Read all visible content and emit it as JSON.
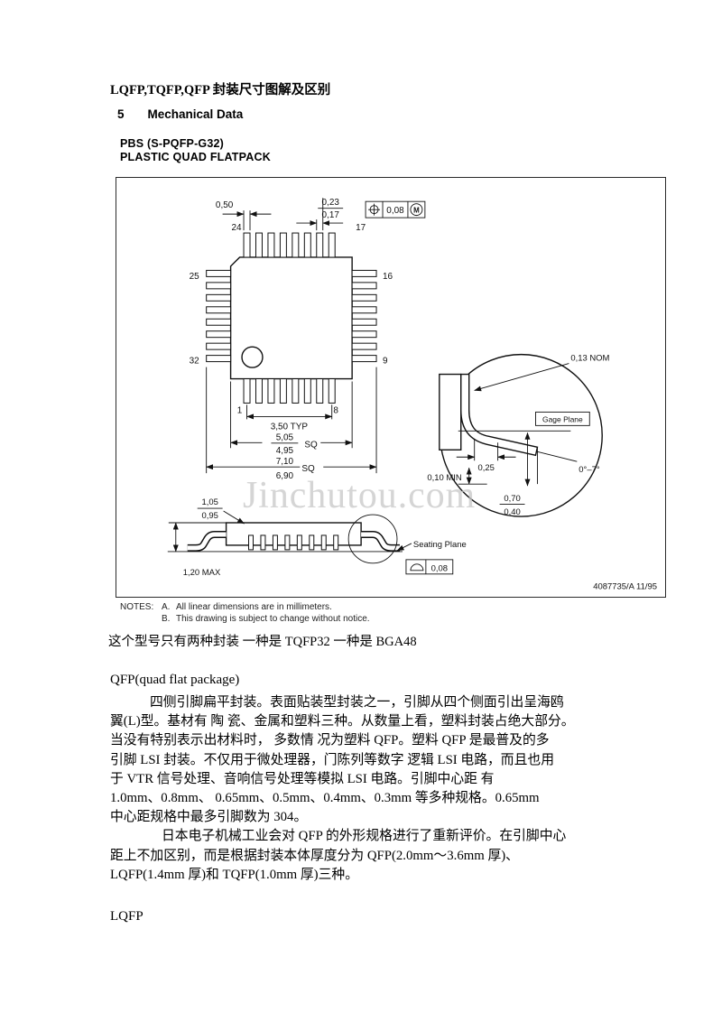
{
  "header": {
    "doc_title": "LQFP,TQFP,QFP 封装尺寸图解及区别",
    "section_number": "5",
    "section_title": "Mechanical Data",
    "package_code": "PBS (S-PQFP-G32)",
    "package_name": "PLASTIC QUAD FLATPACK"
  },
  "drawing": {
    "top_view": {
      "dim_pin_width": "0,50",
      "dim_lead_upper": "0,23",
      "dim_lead_lower": "0,17",
      "tol_value": "0,08",
      "tol_modifier": "M",
      "pin_top_left": "24",
      "pin_top_right": "17",
      "pin_left_top": "25",
      "pin_right_top": "16",
      "pin_left_bottom": "32",
      "pin_right_bottom": "9",
      "pin_bottom_left": "1",
      "pin_bottom_right": "8",
      "dim_pitch_span": "3,50 TYP",
      "dim_body_upper": "5,05",
      "dim_body_lower": "4,95",
      "dim_body_sq": "SQ",
      "dim_overall_upper": "7,10",
      "dim_overall_lower": "6,90",
      "dim_overall_sq": "SQ"
    },
    "lead_detail": {
      "dim_nom": "0,13 NOM",
      "gage_plane": "Gage Plane",
      "dim_gage": "0,25",
      "dim_standoff": "0,10 MIN",
      "dim_angle": "0°–7°",
      "dim_foot_upper": "0,70",
      "dim_foot_lower": "0,40"
    },
    "side_view": {
      "dim_body_thk_upper": "1,05",
      "dim_body_thk_lower": "0,95",
      "dim_height_max": "1,20 MAX",
      "seating_plane": "Seating Plane",
      "dim_flatness": "0,08"
    },
    "doc_number": "4087735/A 11/95",
    "watermark": "Jinchutou.com"
  },
  "notes": {
    "label": "NOTES:",
    "item_a": "A.",
    "item_a_text": "All linear dimensions are in millimeters.",
    "item_b": "B.",
    "item_b_text": "This drawing is subject to change without notice."
  },
  "body": {
    "package_note": "这个型号只有两种封装 一种是 TQFP32 一种是 BGA48",
    "qfp_heading": "QFP(quad flat package)",
    "para1": [
      "四侧引脚扁平封装。表面贴装型封装之一，引脚从四个侧面引出呈海鸥",
      "翼(L)型。基材有 陶 瓷、金属和塑料三种。从数量上看，塑料封装占绝大部分。",
      "当没有特别表示出材料时， 多数情 况为塑料 QFP。塑料 QFP 是最普及的多",
      "引脚 LSI 封装。不仅用于微处理器，门陈列等数字 逻辑 LSI 电路，而且也用",
      "于 VTR 信号处理、音响信号处理等模拟 LSI 电路。引脚中心距 有",
      "1.0mm、0.8mm、 0.65mm、0.5mm、0.4mm、0.3mm 等多种规格。0.65mm",
      "中心距规格中最多引脚数为 304。"
    ],
    "para2": [
      "日本电子机械工业会对 QFP 的外形规格进行了重新评价。在引脚中心",
      "距上不加区别，而是根据封装本体厚度分为 QFP(2.0mm～3.6mm 厚)、",
      "LQFP(1.4mm 厚)和 TQFP(1.0mm 厚)三种。"
    ],
    "lqfp_heading": "LQFP"
  }
}
